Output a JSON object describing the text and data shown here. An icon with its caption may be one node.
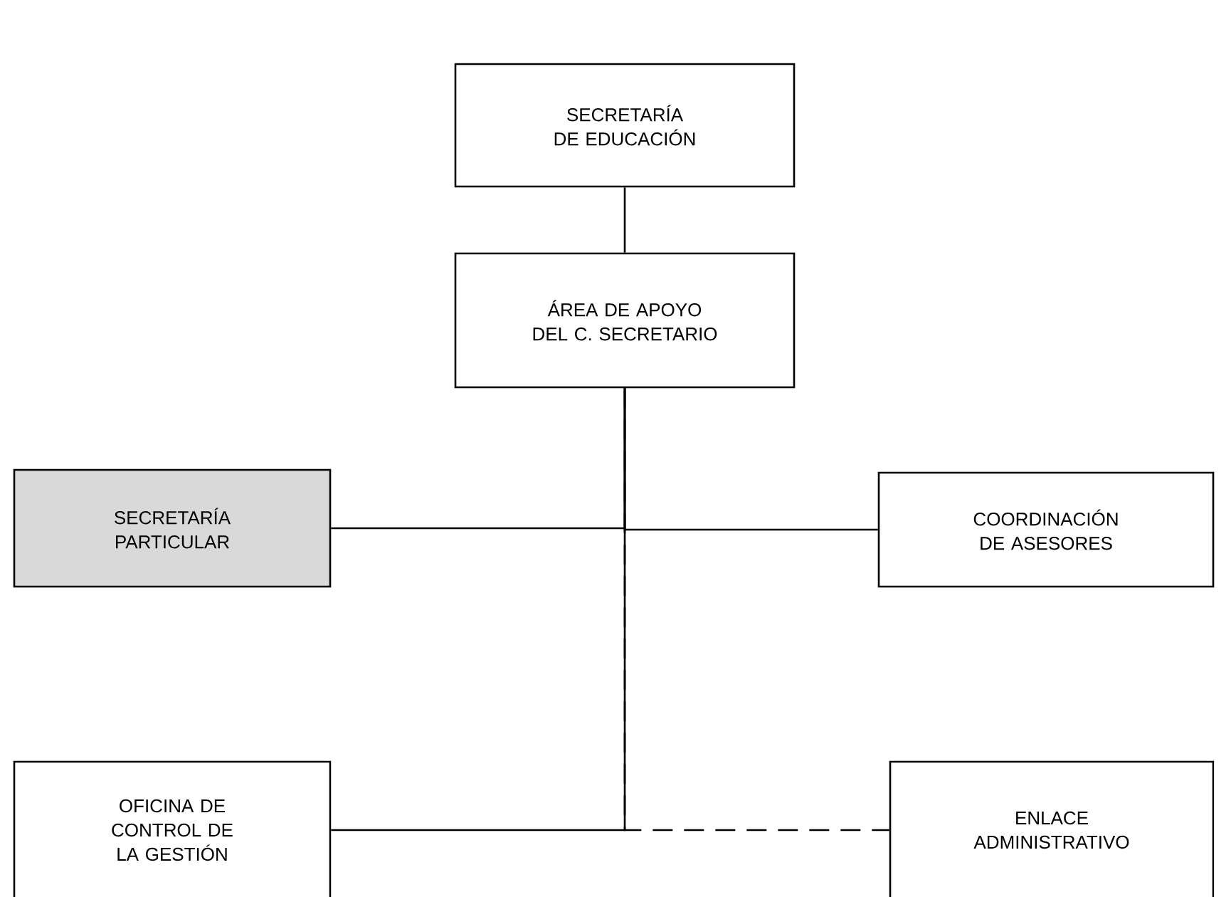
{
  "diagram": {
    "nodes": [
      {
        "text": [
          "SECRETARÍA DE EDUCACIÓN"
        ]
      },
      {
        "text": [
          "ÁREA DE APOYO DEL C. SECRETARIO"
        ]
      },
      {
        "text": [
          "SECRETARÍA PARTICULAR"
        ]
      },
      {
        "text": [
          "COORDINACIÓN DE ASESORES"
        ]
      },
      {
        "text": [
          "OFICINA DE CONTROL DE LA GESTIÓN"
        ]
      },
      {
        "text": [
          "ENLACE ADMINISTRATIVO"
        ]
      }
    ],
    "edges": [
      {
        "from": 0,
        "to": 1,
        "arrow": "none"
      },
      {
        "from": 1,
        "to": 2,
        "arrow": "none"
      },
      {
        "from": 1,
        "to": 3,
        "arrow": "none"
      },
      {
        "from": 1,
        "to": 4,
        "arrow": "none"
      },
      {
        "from": 1,
        "to": 5,
        "arrow": "none",
        "style": "dashed"
      }
    ]
  }
}
